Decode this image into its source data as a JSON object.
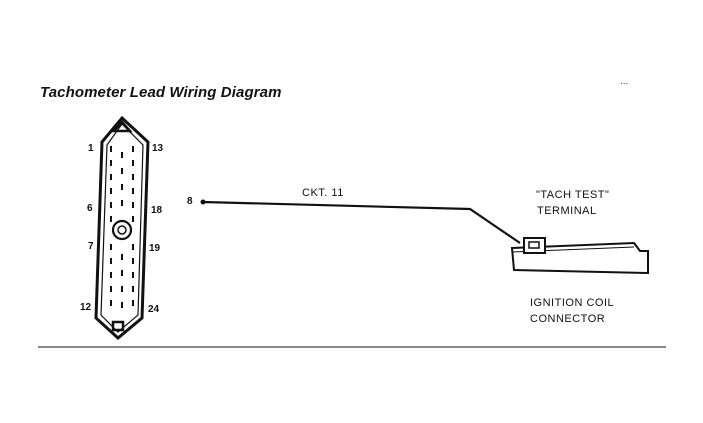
{
  "title": "Tachometer Lead Wiring Diagram",
  "connector_pins": {
    "p1": "1",
    "p13": "13",
    "p6": "6",
    "p18": "18",
    "p7": "7",
    "p19": "19",
    "p12": "12",
    "p24": "24"
  },
  "wire": {
    "pin_label": "8",
    "circuit_label": "CKT. 11"
  },
  "tach_terminal_label": {
    "line1": "\"TACH TEST\"",
    "line2": "TERMINAL"
  },
  "coil_connector_label": {
    "line1": "IGNITION COIL",
    "line2": "CONNECTOR"
  },
  "corner_mark": "..."
}
